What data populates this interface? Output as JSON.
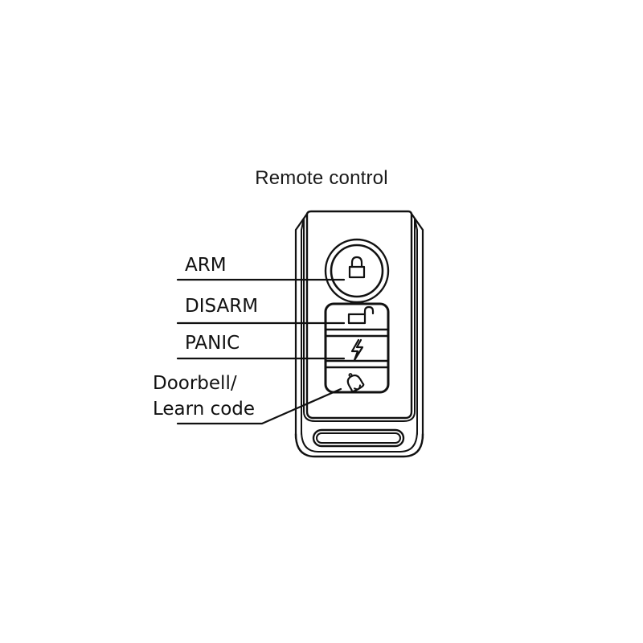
{
  "title": "Remote control",
  "labels": {
    "arm": "ARM",
    "disarm": "DISARM",
    "panic": "PANIC",
    "doorbell_line1": "Doorbell/",
    "doorbell_line2": "Learn code"
  },
  "buttons": [
    {
      "id": "arm",
      "icon": "lock-icon"
    },
    {
      "id": "disarm",
      "icon": "unlock-icon"
    },
    {
      "id": "panic",
      "icon": "lightning-icon"
    },
    {
      "id": "doorbell",
      "icon": "bell-icon"
    }
  ],
  "colors": {
    "stroke": "#111111",
    "background": "#ffffff"
  }
}
